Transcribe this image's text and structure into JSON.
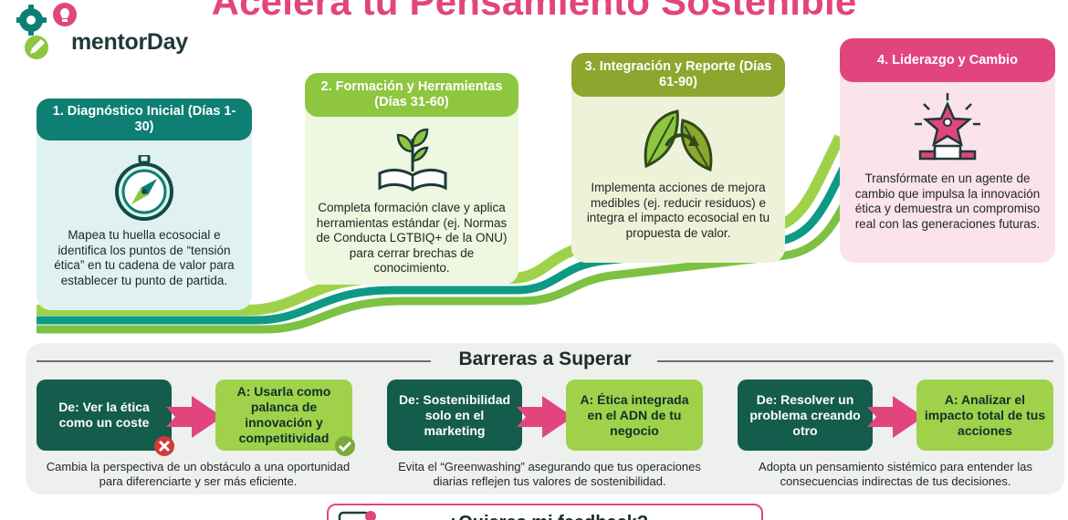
{
  "header": {
    "title": "Acelera tu Pensamiento Sostenible"
  },
  "logo": {
    "text": "mentorDay",
    "icons": [
      "gear-icon",
      "lightbulb-icon",
      "pencil-icon"
    ]
  },
  "colors": {
    "pink": "#e2457e",
    "teal": "#0d7f73",
    "green": "#8ec63f",
    "olive": "#8ea52e",
    "dark_green": "#145c4c",
    "light_green": "#9fd24a"
  },
  "stages": [
    {
      "title": "1. Diagnóstico Inicial (Días 1-30)",
      "icon": "compass-icon",
      "text": "Mapea tu huella ecosocial e identifica los puntos de “tensión ética” en tu cadena de valor para establecer tu punto de partida."
    },
    {
      "title": "2. Formación y Herramientas (Días 31-60)",
      "icon": "book-sprout-icon",
      "text": "Completa formación clave y aplica herramientas estándar (ej. Normas de Conducta LGTBIQ+ de la ONU) para cerrar brechas de conocimiento."
    },
    {
      "title": "3. Integración y Reporte (Días 61-90)",
      "icon": "leaf-cycle-icon",
      "text": "Implementa acciones de mejora medibles (ej. reducir residuos) e integra el impacto ecosocial en tu propuesta de valor."
    },
    {
      "title": "4. Liderazgo y Cambio",
      "icon": "star-leader-icon",
      "text": "Transfórmate en un agente de cambio que impulsa la innovación ética y demuestra un compromiso real con las generaciones futuras."
    }
  ],
  "barriers": {
    "title": "Barreras a Superar",
    "items": [
      {
        "from": "De: Ver la ética como un coste",
        "to": "A: Usarla como palanca de innovación y competitividad",
        "text": "Cambia la perspectiva de un obstáculo a una oportunidad para diferenciarte y ser más eficiente."
      },
      {
        "from": "De: Sostenibilidad solo en el marketing",
        "to": "A: Ética integrada en el ADN de tu negocio",
        "text": "Evita el “Greenwashing” asegurando que tus operaciones diarias reflejen tus valores de sostenibilidad."
      },
      {
        "from": "De: Resolver un problema creando otro",
        "to": "A: Analizar el impacto total de tus acciones",
        "text": "Adopta un pensamiento sistémico para entender las consecuencias indirectas de tus decisiones."
      }
    ]
  },
  "footer": {
    "text": "¿Quieres mi feedback?",
    "icon": "chat-icon"
  }
}
